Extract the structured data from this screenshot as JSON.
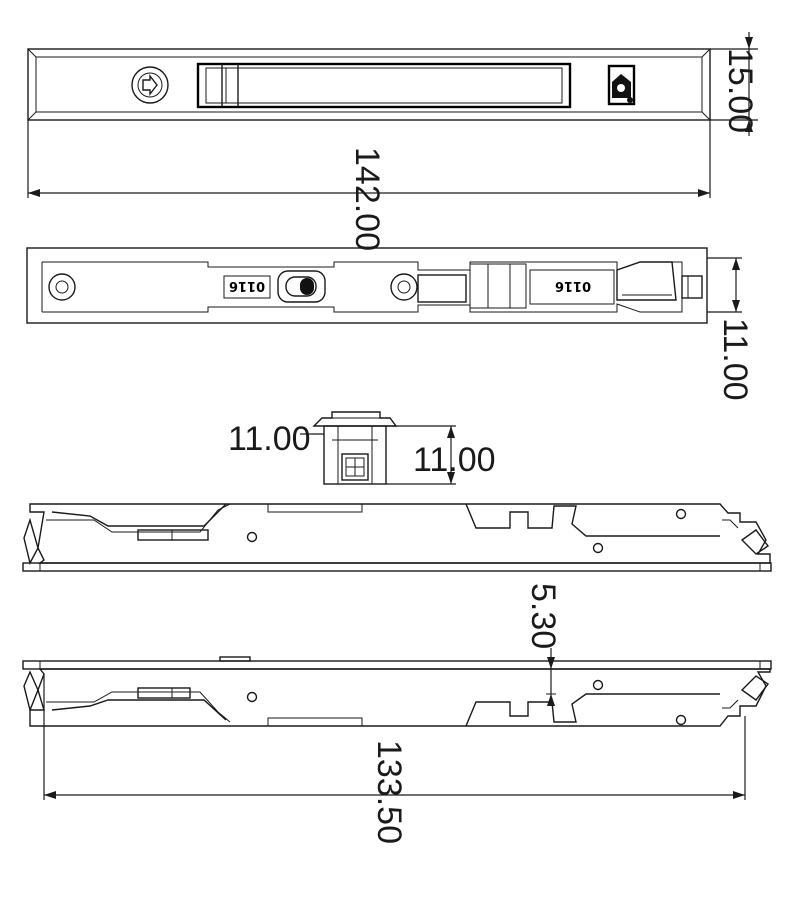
{
  "dimensions": {
    "overall_length": "142.00",
    "front_height": "15.00",
    "side_height": "11.00",
    "bolt_width": "11.00",
    "bolt_height": "11.00",
    "offset": "5.30",
    "body_length": "133.50"
  },
  "markings": {
    "part_mark_left": "0116",
    "part_mark_right": "0116"
  },
  "icons": [
    "unlock-symbol-icon",
    "lock-symbol-icon"
  ]
}
